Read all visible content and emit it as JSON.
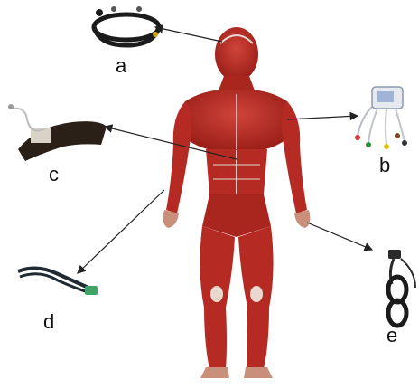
{
  "labels": {
    "a": "a",
    "b": "b",
    "c": "c",
    "d": "d",
    "e": "e"
  },
  "devices": [
    {
      "id": "a",
      "icon": "eeg-headset-icon"
    },
    {
      "id": "b",
      "icon": "ecg-monitor-icon"
    },
    {
      "id": "c",
      "icon": "respiration-belt-icon"
    },
    {
      "id": "d",
      "icon": "emg-sensor-cable-icon"
    },
    {
      "id": "e",
      "icon": "gsr-finger-electrodes-icon"
    }
  ],
  "figure": {
    "icon": "human-muscular-anatomy-icon"
  },
  "colors": {
    "muscle": "#b52a22",
    "muscle_dark": "#7e1510",
    "tendon": "#e8d8cf",
    "arrow": "#222222",
    "device_dark": "#1b1b1b"
  }
}
